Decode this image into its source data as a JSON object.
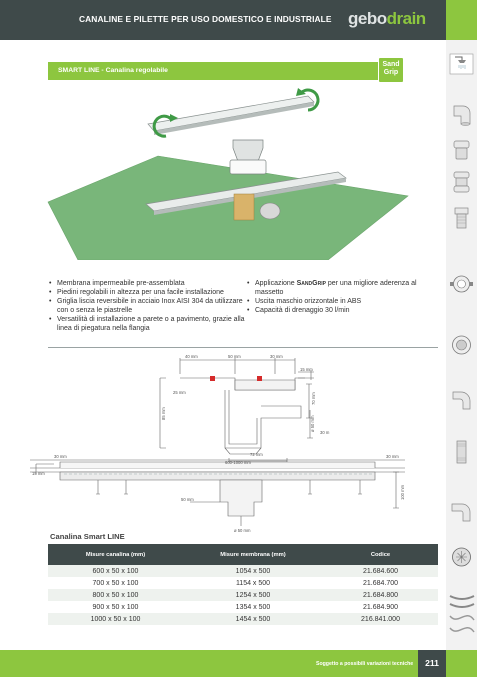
{
  "header": {
    "title": "CANALINE E PILETTE PER USO DOMESTICO E INDUSTRIALE",
    "brand_part1": "gebo",
    "brand_part2": "drain"
  },
  "section": {
    "title": "SMART LINE - Canalina regolabile",
    "badge_line1": "Sand",
    "badge_line2": "Grip"
  },
  "features": {
    "left": [
      "Membrana impermeabile pre-assemblata",
      "Piedini regolabili in altezza per una facile installazione",
      "Griglia liscia reversibile in acciaio Inox AISI 304 da utilizzare con o senza le piastrelle",
      "Versatilità di installazione a parete o a pavimento, grazie alla linea di piegatura nella flangia"
    ],
    "right_first_prefix": "Applicazione ",
    "right_first_brand": "SandGrip",
    "right_first_suffix": " per una migliore aderenza al massetto",
    "right": [
      "Uscita maschio orizzontale in ABS",
      "Capacità di drenaggio 30 l/min"
    ]
  },
  "drawing": {
    "d_40": "40 mm",
    "d_50_top": "50 mm",
    "d_30_top": "30 mm",
    "d_15_right": "15 mm",
    "d_25": "25 mm",
    "d_70": "70 mm",
    "d_85": "85 mm",
    "d_o50_side": "ø 50 mm",
    "d_30_side": "30 m",
    "d_72": "72 mm",
    "d_30_left": "30 mm",
    "d_30_right": "30 mm",
    "d_length": "600-1000 mm",
    "d_15_left": "15 mm",
    "d_50_front": "50 mm",
    "d_100": "100 mm",
    "d_o50_bottom": "ø 50 mm"
  },
  "table": {
    "title": "Canalina Smart LINE",
    "headers": [
      "Misure canalina (mm)",
      "Misure membrana (mm)",
      "Codice"
    ],
    "rows": [
      [
        "600 x 50 x 100",
        "1054 x 500",
        "21.684.600"
      ],
      [
        "700 x 50 x 100",
        "1154 x 500",
        "21.684.700"
      ],
      [
        "800 x 50 x 100",
        "1254 x 500",
        "21.684.800"
      ],
      [
        "900 x 50 x 100",
        "1354 x 500",
        "21.684.900"
      ],
      [
        "1000 x 50 x 100",
        "1454 x 500",
        "216.841.000"
      ]
    ]
  },
  "footer": {
    "note": "Soggetto a possibili variazioni tecniche",
    "page_number": "211"
  },
  "colors": {
    "accent_green": "#8dc63f",
    "dark_slate": "#3f4a4a",
    "membrane_green": "#79b67a"
  },
  "icons": [
    "shower-icon",
    "pipe-elbow-icon",
    "pipe-fitting-icon",
    "pipe-coupling-icon",
    "pipe-nipple-icon",
    "pipe-clamp-icon",
    "floor-drain-icon",
    "pipe-bend-icon",
    "threaded-pipe-icon",
    "pipe-elbow-icon",
    "sink-trap-icon",
    "drain-grate-icon",
    "flexible-hose-icon"
  ]
}
